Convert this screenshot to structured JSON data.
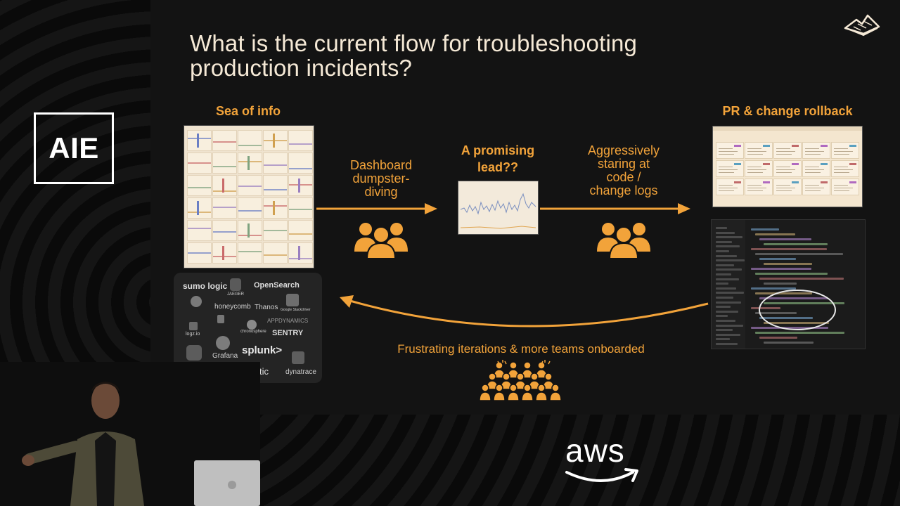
{
  "slide": {
    "title_line1": "What is the current flow for troubleshooting",
    "title_line2": "production incidents?",
    "sea_of_info": "Sea of info",
    "pr_rollback": "PR & change rollback",
    "dashboard_line1": "Dashboard",
    "dashboard_line2": "dumpster-",
    "dashboard_line3": "diving",
    "promising_line1": "A promising",
    "promising_line2": "lead??",
    "staring_line1": "Aggressively",
    "staring_line2": "staring at",
    "staring_line3": "code /",
    "staring_line4": "change logs",
    "frustrating": "Frustrating iterations & more teams onboarded"
  },
  "vendors": {
    "sumo": "sumo logic",
    "opensearch": "OpenSearch",
    "jaeger": "JAEGER",
    "honeycomb": "honeycomb",
    "thanos": "Thanos",
    "google": "Google Stackdriver",
    "appdynamics": "APPDYNAMICS",
    "chronosphere": "chronosphere",
    "sentry": "SENTRY",
    "logzio": "logz.io",
    "grafana": "Grafana",
    "splunk": "splunk>",
    "dynatrace": "dynatrace",
    "tic": "tic"
  },
  "branding": {
    "event_badge": "AIE",
    "sponsor": "aws"
  },
  "colors": {
    "accent": "#f2a33a",
    "title": "#f5e9d6",
    "background": "#131313"
  }
}
